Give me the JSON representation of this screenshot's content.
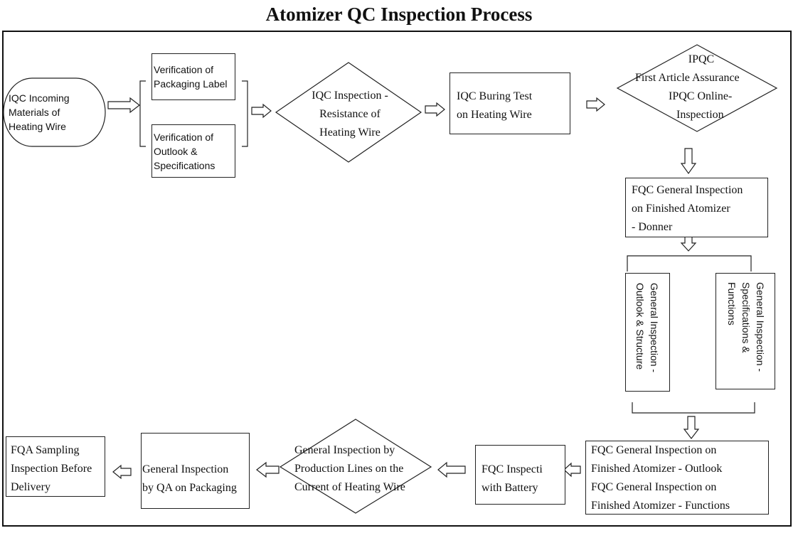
{
  "title": "Atomizer QC Inspection Process",
  "nodes": {
    "iqc_incoming": "IQC Incoming\nMaterials of\nHeating Wire",
    "verify_label": "Verification of\nPackaging Label",
    "verify_outlook": "Verification of\nOutlook &\nSpecifications",
    "iqc_resistance": "IQC Inspection -\nResistance of\nHeating Wire",
    "iqc_buring": "IQC Buring Test\non Heating Wire",
    "ipqc_line1": "IPQC",
    "ipqc_line2": "First Article Assurance",
    "ipqc_line3": "IPQC Online-",
    "ipqc_line4": "Inspection",
    "fqc_donner": "FQC General Inspection\non Finished Atomizer\n- Donner",
    "gi_outlook": "General Inspection -\nOutlook & Structure",
    "gi_spec": "General Inspection -\nSpecifications &\nFunctions",
    "fqc_outlook_functions": "FQC General Inspection on\nFinished Atomizer - Outlook\nFQC General Inspection on\nFinished Atomizer - Functions",
    "fqc_battery": "FQC Inspecti\nwith Battery",
    "gi_production": "General Inspection by\nProduction Lines on the\nCurrent of  Heating Wire",
    "gi_qa": "General Inspection\nby QA on Packaging",
    "fqa_sampling": "FQA Sampling\nInspection Before\nDelivery"
  }
}
